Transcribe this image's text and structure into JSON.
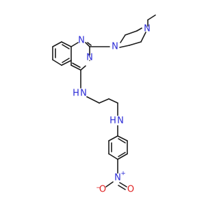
{
  "molecule": {
    "atoms": {
      "n_quin_a": {
        "symbol": "N",
        "color": "#2a2ad6"
      },
      "n_quin_b": {
        "symbol": "N",
        "color": "#2a2ad6"
      },
      "n_pip_1": {
        "symbol": "N",
        "color": "#2a2ad6"
      },
      "n_pip_4": {
        "symbol": "N",
        "color": "#2a2ad6"
      },
      "n_amine_1": {
        "symbol": "N",
        "color": "#2a2ad6"
      },
      "h_amine_1": {
        "symbol": "H",
        "color": "#2a2ad6"
      },
      "n_amine_2": {
        "symbol": "N",
        "color": "#2a2ad6"
      },
      "h_amine_2": {
        "symbol": "H",
        "color": "#2a2ad6"
      },
      "n_nitro": {
        "symbol": "N",
        "color": "#2a2ad6",
        "charge": "+"
      },
      "o_nitro_1": {
        "symbol": "O",
        "color": "#e02020",
        "charge": "−"
      },
      "o_nitro_2": {
        "symbol": "O",
        "color": "#e02020"
      }
    }
  }
}
